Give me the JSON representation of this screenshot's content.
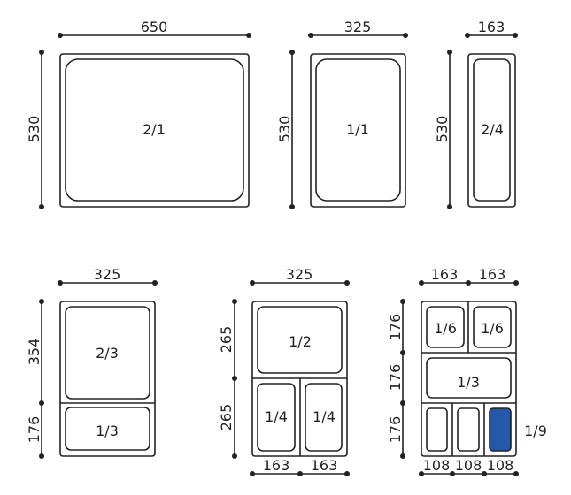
{
  "colors": {
    "line": "#222222",
    "highlight": "#2558a8"
  },
  "pans": {
    "full": {
      "label": "2/1",
      "width": "650",
      "depth": "530"
    },
    "one_one": {
      "label": "1/1",
      "width": "325",
      "depth": "530"
    },
    "two_four": {
      "label": "2/4",
      "width": "163",
      "depth": "530"
    }
  },
  "sets": {
    "thirds": {
      "width": "325",
      "depths": [
        "354",
        "176"
      ],
      "labels": [
        "2/3",
        "1/3"
      ]
    },
    "halves": {
      "width": "325",
      "depths": [
        "265",
        "265"
      ],
      "labels": [
        "1/2",
        "1/4",
        "1/4"
      ],
      "bottom_widths": [
        "163",
        "163"
      ]
    },
    "mixed": {
      "top_widths": [
        "163",
        "163"
      ],
      "depths": [
        "176",
        "176",
        "176"
      ],
      "labels": [
        "1/6",
        "1/6",
        "1/3"
      ],
      "bottom_widths": [
        "108",
        "108",
        "108"
      ],
      "highlight_label": "1/9"
    }
  }
}
